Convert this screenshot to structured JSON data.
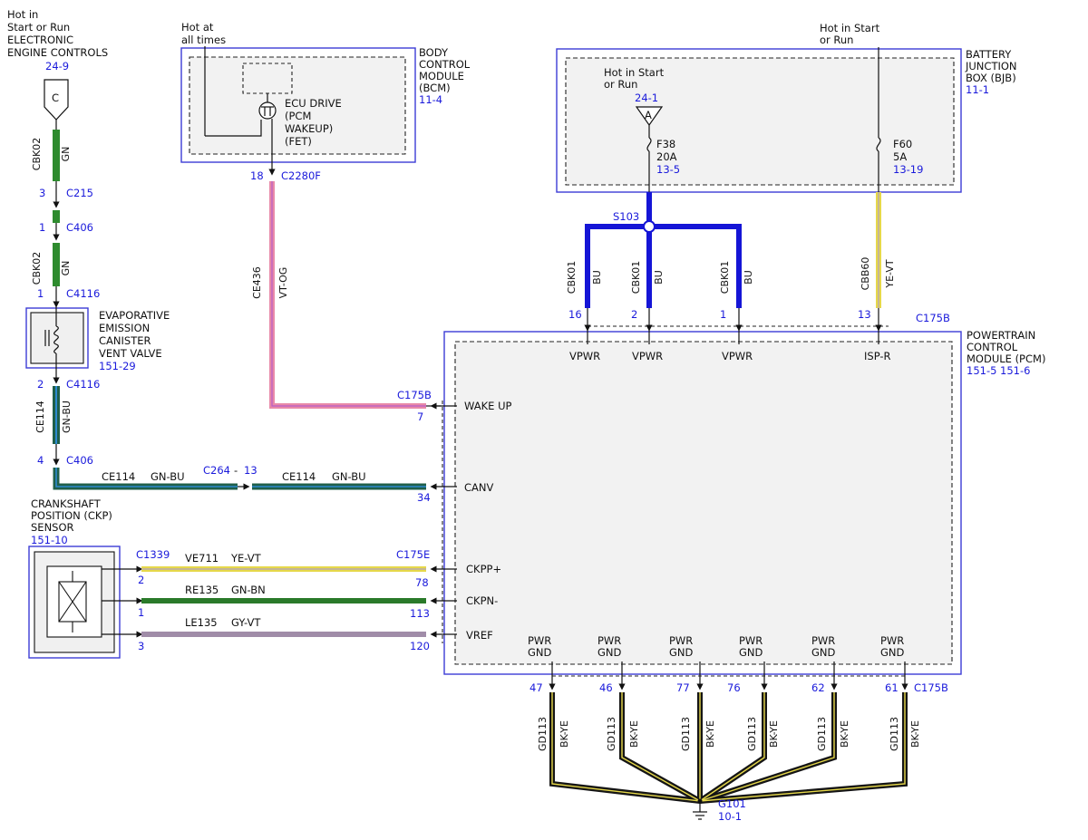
{
  "colors": {
    "module_border": "#3c3cd6",
    "ref_text": "#1a1adb",
    "wire_GN": "#2e8b2e",
    "wire_GN_BU": "#1f5f4a",
    "wire_VT_OG": "#e88aa8",
    "wire_BU": "#1515d6",
    "wire_YE_VT": "#e6d84a",
    "wire_GN_BN": "#2a7a2a",
    "wire_GY_VT": "#a08ca8",
    "wire_BK_YE": "#151515"
  },
  "engine_controls": {
    "lines": [
      "Hot in",
      "Start or Run",
      "ELECTRONIC",
      "ENGINE CONTROLS"
    ],
    "ref": "24-9",
    "connector_letter": "C"
  },
  "bcm": {
    "hot_label": [
      "Hot at",
      "all times"
    ],
    "name": [
      "BODY",
      "CONTROL",
      "MODULE",
      "(BCM)"
    ],
    "ref": "11-4",
    "ecu_label": [
      "ECU DRIVE",
      "(PCM",
      "WAKEUP)",
      "(FET)"
    ],
    "pin": "18",
    "connector": "C2280F",
    "circuit": "CE436",
    "color": "VT-OG"
  },
  "bjb": {
    "hot_label": [
      "Hot in Start",
      "or Run"
    ],
    "name": [
      "BATTERY",
      "JUNCTION",
      "BOX (BJB)"
    ],
    "ref": "11-1",
    "inner_hot": [
      "Hot in Start",
      "or Run"
    ],
    "inner_ref": "24-1",
    "connector_letter": "A",
    "f38": [
      "F38",
      "20A",
      "13-5"
    ],
    "f60": [
      "F60",
      "5A",
      "13-19"
    ]
  },
  "splice": "S103",
  "left_harness": {
    "seg1": {
      "circuit": "CBK02",
      "color": "GN"
    },
    "c215": {
      "pin": "3",
      "connector": "C215"
    },
    "c406_top": {
      "pin": "1",
      "connector": "C406"
    },
    "seg2": {
      "circuit": "CBK02",
      "color": "GN"
    },
    "c4116_top": {
      "pin": "1",
      "connector": "C4116"
    },
    "valve": [
      "EVAPORATIVE",
      "EMISSION",
      "CANISTER",
      "VENT VALVE"
    ],
    "valve_ref": "151-29",
    "c4116_bot": {
      "pin": "2",
      "connector": "C4116"
    },
    "seg3": {
      "circuit": "CE114",
      "color": "GN-BU"
    },
    "c406_bot": {
      "pin": "4",
      "connector": "C406"
    },
    "canv_left": {
      "circuit": "CE114",
      "color": "GN-BU"
    },
    "c264": "C264",
    "dash": "-",
    "c264_pin": "13",
    "canv_right": {
      "circuit": "CE114",
      "color": "GN-BU"
    }
  },
  "ckp": {
    "name": [
      "CRANKSHAFT",
      "POSITION (CKP)",
      "SENSOR"
    ],
    "ref": "151-10",
    "connector": "C1339",
    "pcm_connector": "C175E",
    "wires": [
      {
        "pin": "2",
        "circuit": "VE711",
        "color": "YE-VT",
        "pcm_pin": "78",
        "pcm_label": "CKPP+"
      },
      {
        "pin": "1",
        "circuit": "RE135",
        "color": "GN-BN",
        "pcm_pin": "113",
        "pcm_label": "CKPN-"
      },
      {
        "pin": "3",
        "circuit": "LE135",
        "color": "GY-VT",
        "pcm_pin": "120",
        "pcm_label": "VREF"
      }
    ]
  },
  "pcm": {
    "name": [
      "POWERTRAIN",
      "CONTROL",
      "MODULE (PCM)"
    ],
    "refs": [
      "151-5",
      "151-6"
    ],
    "top_connector": "C175B",
    "wake_connector": "C175B",
    "wake_pin": "7",
    "wake_label": "WAKE UP",
    "canv_pin": "34",
    "canv_label": "CANV",
    "top_pins": [
      {
        "pin": "16",
        "label": "VPWR",
        "circuit": "CBK01",
        "color": "BU"
      },
      {
        "pin": "2",
        "label": "VPWR",
        "circuit": "CBK01",
        "color": "BU"
      },
      {
        "pin": "1",
        "label": "VPWR",
        "circuit": "CBK01",
        "color": "BU"
      },
      {
        "pin": "13",
        "label": "ISP-R",
        "circuit": "CBB60",
        "color": "YE-VT"
      }
    ],
    "gnd_label": [
      "PWR",
      "GND"
    ],
    "gnd_connector": "C175B",
    "gnd_pins": [
      {
        "pin": "47",
        "circuit": "GD113",
        "color": "BK-YE"
      },
      {
        "pin": "46",
        "circuit": "GD113",
        "color": "BK-YE"
      },
      {
        "pin": "77",
        "circuit": "GD113",
        "color": "BK-YE"
      },
      {
        "pin": "76",
        "circuit": "GD113",
        "color": "BK-YE"
      },
      {
        "pin": "62",
        "circuit": "GD113",
        "color": "BK-YE"
      },
      {
        "pin": "61",
        "circuit": "GD113",
        "color": "BK-YE"
      }
    ]
  },
  "ground": {
    "name": "G101",
    "ref": "10-1"
  }
}
